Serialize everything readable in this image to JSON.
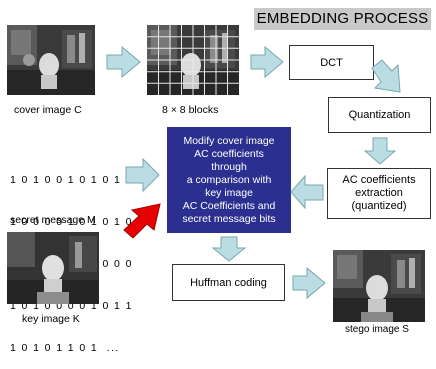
{
  "title": "EMBEDDING PROCESS",
  "labels": {
    "cover": "cover image C",
    "blocks": "8 × 8 blocks",
    "secret": "secret message M",
    "key": "key image K",
    "stego": "stego image S"
  },
  "boxes": {
    "dct": "DCT",
    "quantization": "Quantization",
    "ac_line1": "AC coefficients",
    "ac_line2": "extraction",
    "ac_line3": "(quantized)",
    "huffman": "Huffman coding"
  },
  "center": {
    "line1": "Modify cover image",
    "line2": "AC coefficients",
    "line3": "through",
    "line4": "a comparison with",
    "line5": "key image",
    "line6": "AC Coefficients and",
    "line7": "secret message bits"
  },
  "bits": {
    "row1": "1 0 1 0 0 1 0 1 0 1 1",
    "row2": "1 0 0 0 0 1 0 1 0 1 0",
    "row3": "0 1 1 1 0 0 1 0 0 0 0",
    "row4": "1 0 1 0 0 0 0 1 0 1 1",
    "row5": "1 0 1 0 1 1 0 1  ..."
  },
  "colors": {
    "arrow": "#b9dde3",
    "red_arrow": "#e60000",
    "center_box": "#2b2f8f",
    "title_bg": "#c9c9c9"
  }
}
